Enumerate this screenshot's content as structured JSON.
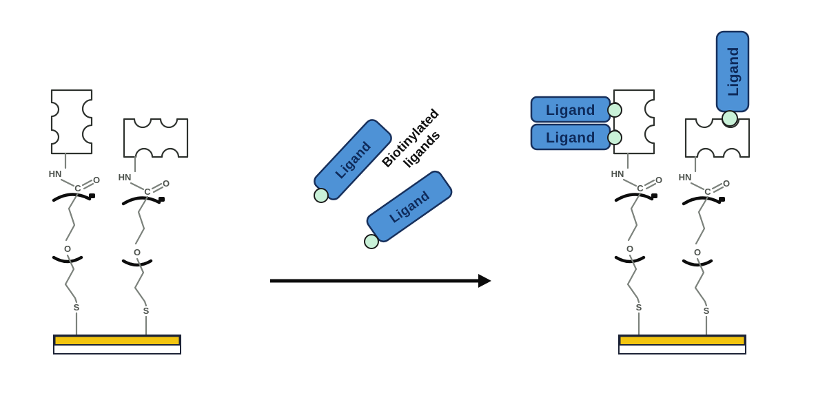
{
  "figure": {
    "ligand_label": "Ligand",
    "annotation": {
      "line1": "Biotinylated",
      "line2": "ligands"
    },
    "atoms": {
      "amine": "HN",
      "carbonyl_carbon": "C",
      "carbonyl_oxygen": "O",
      "ether_oxygen": "O",
      "thiol_sulfur": "S"
    },
    "colors": {
      "ligand_fill": "#4e92d6",
      "ligand_outline": "#17305c",
      "ligand_text": "#0e2a5a",
      "biotin_fill": "#c9f1d8",
      "gold_surface": "#f2c410",
      "surface_outline": "#1c2336",
      "linker_line": "#7c827c",
      "atom_label": "#4d524d",
      "receptor_outline": "#2d312d",
      "arrow": "#0b0b0b",
      "background": "#ffffff"
    }
  }
}
